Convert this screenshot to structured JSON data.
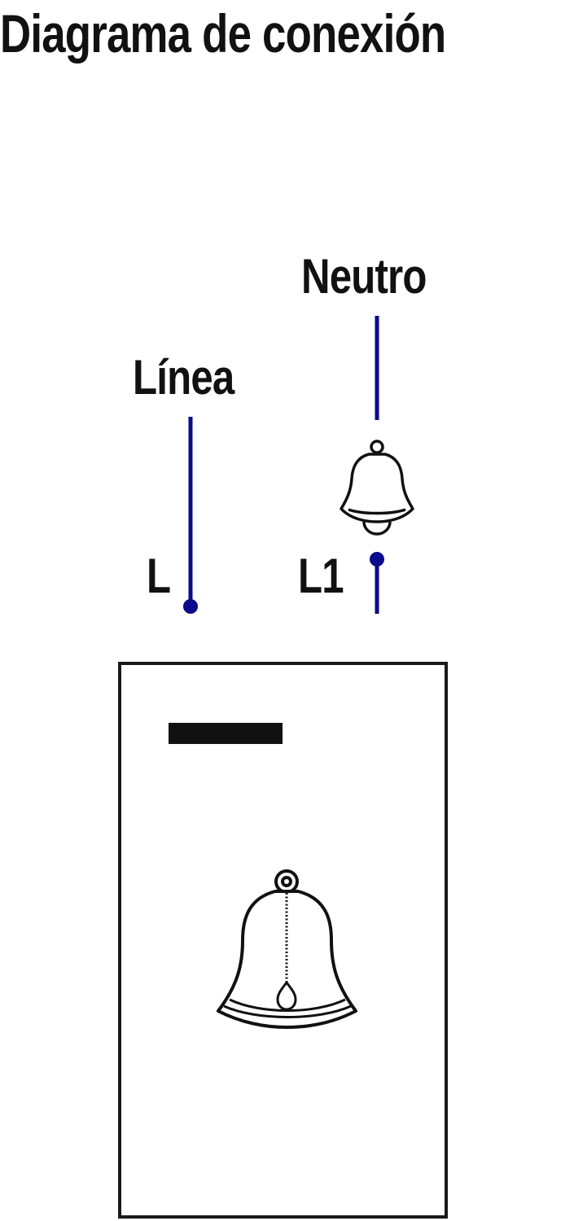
{
  "title": "Diagrama de conexión",
  "labels": {
    "neutral": "Neutro",
    "line": "Línea",
    "terminal_l": "L",
    "terminal_l1": "L1"
  },
  "colors": {
    "wire": "#0a0a8c",
    "ink": "#111111",
    "background": "#ffffff"
  },
  "icons": {
    "small_bell": "bell-icon",
    "switch_bell": "doorbell-bell-icon"
  }
}
